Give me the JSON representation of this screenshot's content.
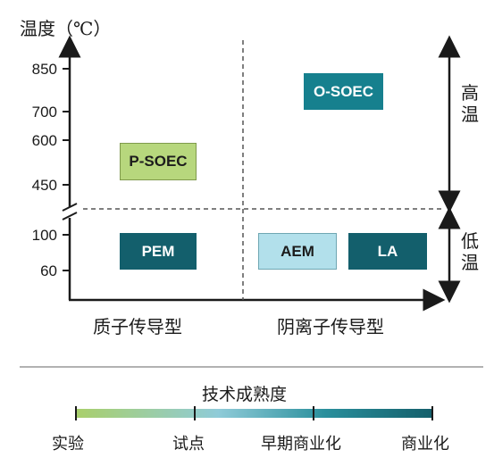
{
  "y_axis_title": "温度（℃）",
  "y_ticks": [
    "850",
    "700",
    "600",
    "450",
    "100",
    "60"
  ],
  "zones": {
    "high": "高温",
    "low": "低温"
  },
  "x_categories": [
    "质子传导型",
    "阴离子传导型"
  ],
  "boxes": {
    "p_soec": "P-SOEC",
    "o_soec": "O-SOEC",
    "pem": "PEM",
    "aem": "AEM",
    "la": "LA"
  },
  "maturity": {
    "title": "技术成熟度",
    "stages": [
      "实验",
      "试点",
      "早期商业化",
      "商业化"
    ],
    "gradient_colors": [
      "#a9cf6b",
      "#8fcbd8",
      "#2a8f9c",
      "#145f6b"
    ]
  }
}
